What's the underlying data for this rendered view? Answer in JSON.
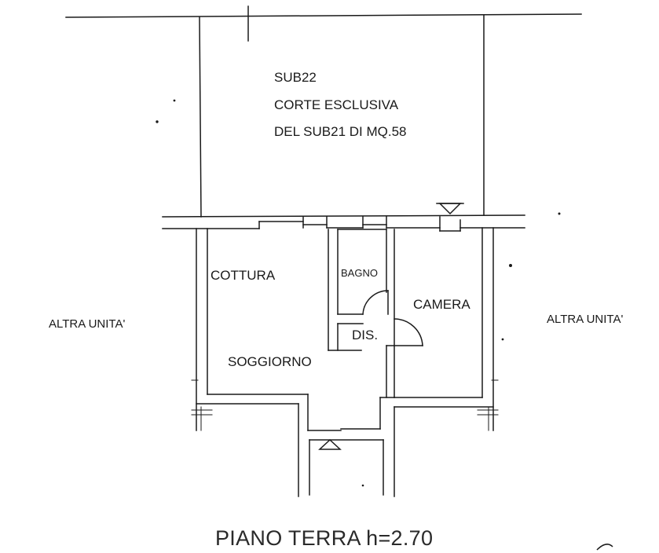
{
  "labels": {
    "sub": "SUB22",
    "court": "CORTE ESCLUSIVA",
    "court_area": "DEL SUB21 DI MQ.58",
    "kitchen": "COTTURA",
    "bathroom": "BAGNO",
    "bedroom": "CAMERA",
    "hallway": "DIS.",
    "living": "SOGGIORNO",
    "other_unit_left": "ALTRA UNITA'",
    "other_unit_right": "ALTRA UNITA'",
    "floor_title": "PIANO TERRA h=2.70"
  },
  "colors": {
    "ink": "#1a1a1a",
    "paper": "#ffffff"
  },
  "icons": [
    "entrance-triangle-icon",
    "door-swing-arc-icon"
  ]
}
